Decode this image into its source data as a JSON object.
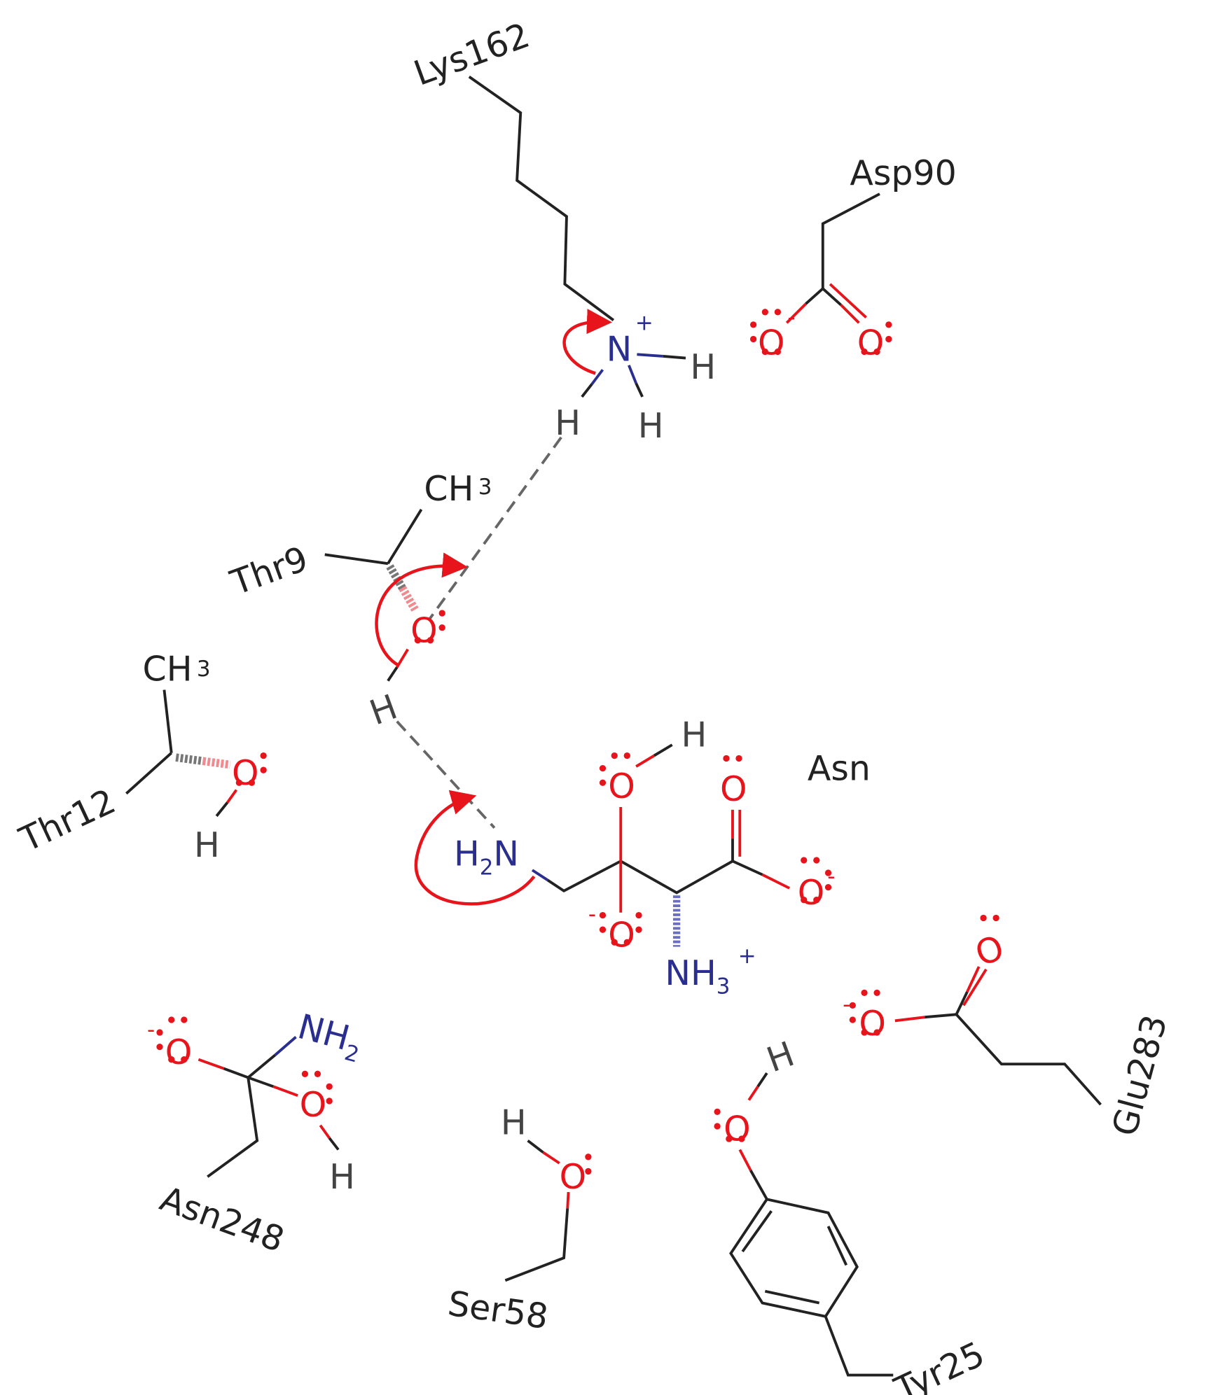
{
  "residues": {
    "lys": "Lys162",
    "asp": "Asp90",
    "thr9": "Thr9",
    "thr12": "Thr12",
    "asn": "Asn",
    "asn248": "Asn248",
    "ser": "Ser58",
    "tyr": "Tyr25",
    "glu": "Glu283"
  },
  "atoms": {
    "H": "H",
    "O": "O",
    "N": "N",
    "C": "C",
    "plus": "+",
    "minus": "-",
    "two": "2",
    "three": "3"
  },
  "colors": {
    "oxygen": "#e8141c",
    "nitrogen": "#2a2f8f",
    "bond": "#222222",
    "arrow": "#e8141c",
    "hbond": "#666666"
  }
}
